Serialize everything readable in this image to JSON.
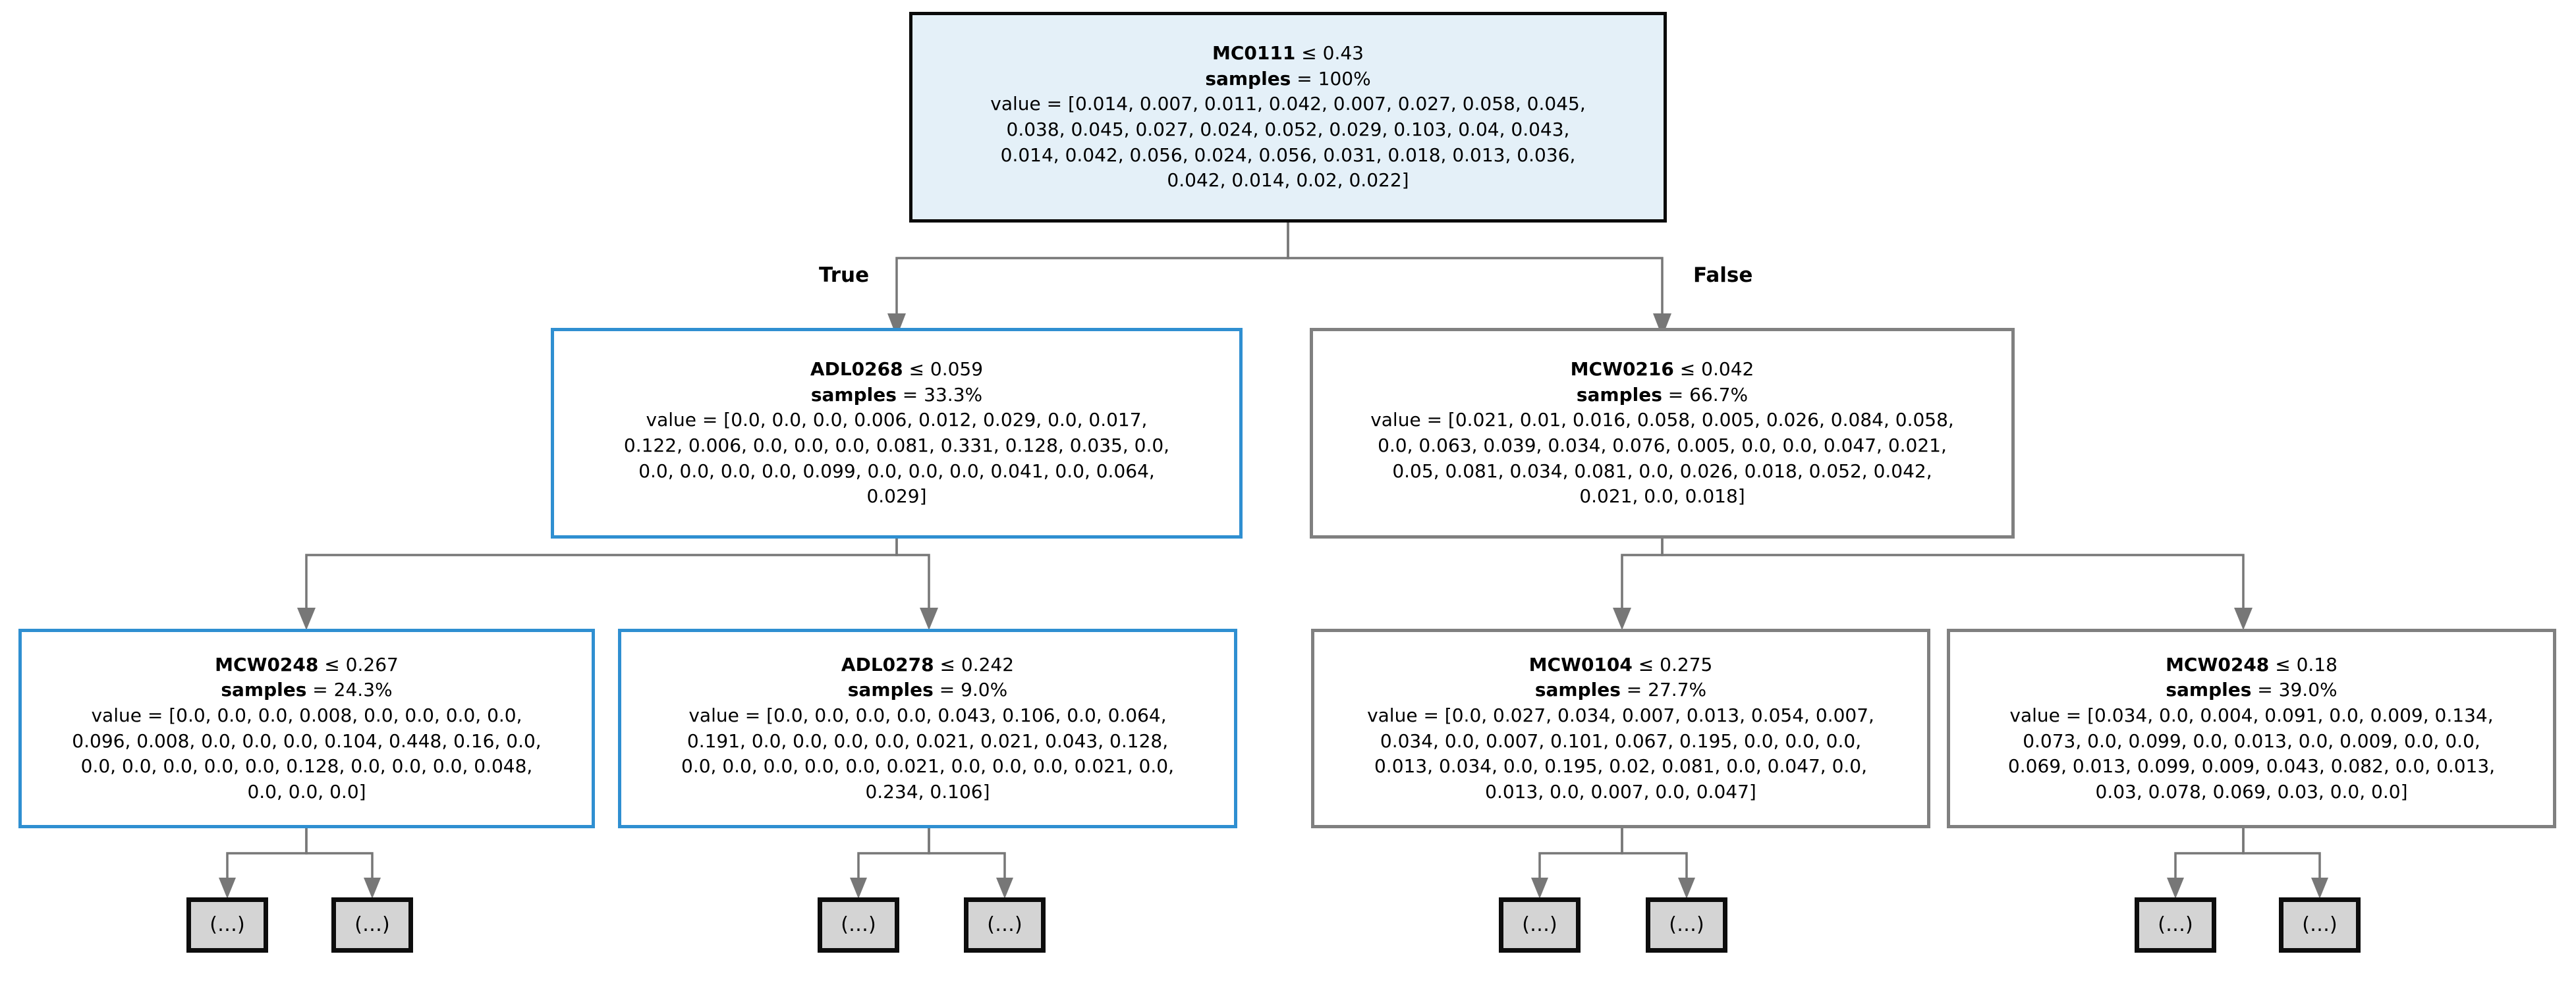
{
  "figure": {
    "type": "decision-tree-diagram",
    "branch_labels": {
      "true": "True",
      "false": "False"
    },
    "colors": {
      "root_fill": "#e4f0f8",
      "root_border": "#0a0a0a",
      "blue_border": "#2f8fd1",
      "gray_border": "#808080",
      "leaf_fill": "#d4d4d4",
      "leaf_border": "#0d0d0d",
      "edge": "#777777",
      "background": "#ffffff"
    }
  },
  "nodes": {
    "root": {
      "id": "root",
      "feature": "MC0111",
      "operator": "≤",
      "threshold": "0.43",
      "condition": "MC0111 ≤ 0.43",
      "samples_label": "samples",
      "samples": "100%",
      "value_label": "value",
      "value_text": "value = [0.014, 0.007, 0.011, 0.042, 0.007, 0.027, 0.058, 0.045, 0.038, 0.045, 0.027, 0.024, 0.052, 0.029, 0.103, 0.04, 0.043, 0.014, 0.042, 0.056, 0.024, 0.056, 0.031, 0.018, 0.013, 0.036, 0.042, 0.014, 0.02, 0.022]",
      "value": [
        0.014,
        0.007,
        0.011,
        0.042,
        0.007,
        0.027,
        0.058,
        0.045,
        0.038,
        0.045,
        0.027,
        0.024,
        0.052,
        0.029,
        0.103,
        0.04,
        0.043,
        0.014,
        0.042,
        0.056,
        0.024,
        0.056,
        0.031,
        0.018,
        0.013,
        0.036,
        0.042,
        0.014,
        0.02,
        0.022
      ],
      "style": "root"
    },
    "l1_left": {
      "id": "l1_left",
      "feature": "ADL0268",
      "operator": "≤",
      "threshold": "0.059",
      "condition": "ADL0268 ≤ 0.059",
      "samples_label": "samples",
      "samples": "33.3%",
      "value_label": "value",
      "value_text": "value = [0.0, 0.0, 0.0, 0.006, 0.012, 0.029, 0.0, 0.017, 0.122, 0.006, 0.0, 0.0, 0.0, 0.081, 0.331, 0.128, 0.035, 0.0, 0.0, 0.0, 0.0, 0.0, 0.099, 0.0, 0.0, 0.0, 0.041, 0.0, 0.064, 0.029]",
      "value": [
        0.0,
        0.0,
        0.0,
        0.006,
        0.012,
        0.029,
        0.0,
        0.017,
        0.122,
        0.006,
        0.0,
        0.0,
        0.0,
        0.081,
        0.331,
        0.128,
        0.035,
        0.0,
        0.0,
        0.0,
        0.0,
        0.0,
        0.099,
        0.0,
        0.0,
        0.0,
        0.041,
        0.0,
        0.064,
        0.029
      ],
      "style": "blue"
    },
    "l1_right": {
      "id": "l1_right",
      "feature": "MCW0216",
      "operator": "≤",
      "threshold": "0.042",
      "condition": "MCW0216 ≤ 0.042",
      "samples_label": "samples",
      "samples": "66.7%",
      "value_label": "value",
      "value_text": "value = [0.021, 0.01, 0.016, 0.058, 0.005, 0.026, 0.084, 0.058, 0.0, 0.063, 0.039, 0.034, 0.076, 0.005, 0.0, 0.0, 0.047, 0.021, 0.05, 0.081, 0.034, 0.081, 0.0, 0.026, 0.018, 0.052, 0.042, 0.021, 0.0, 0.018]",
      "value": [
        0.021,
        0.01,
        0.016,
        0.058,
        0.005,
        0.026,
        0.084,
        0.058,
        0.0,
        0.063,
        0.039,
        0.034,
        0.076,
        0.005,
        0.0,
        0.0,
        0.047,
        0.021,
        0.05,
        0.081,
        0.034,
        0.081,
        0.0,
        0.026,
        0.018,
        0.052,
        0.042,
        0.021,
        0.0,
        0.018
      ],
      "style": "gray"
    },
    "l2_a": {
      "id": "l2_a",
      "feature": "MCW0248",
      "operator": "≤",
      "threshold": "0.267",
      "condition": "MCW0248 ≤ 0.267",
      "samples_label": "samples",
      "samples": "24.3%",
      "value_label": "value",
      "value_text": "value = [0.0, 0.0, 0.0, 0.008, 0.0, 0.0, 0.0, 0.0, 0.096, 0.008, 0.0, 0.0, 0.0, 0.104, 0.448, 0.16, 0.0, 0.0, 0.0, 0.0, 0.0, 0.0, 0.128, 0.0, 0.0, 0.0, 0.048, 0.0, 0.0, 0.0]",
      "value": [
        0.0,
        0.0,
        0.0,
        0.008,
        0.0,
        0.0,
        0.0,
        0.0,
        0.096,
        0.008,
        0.0,
        0.0,
        0.0,
        0.104,
        0.448,
        0.16,
        0.0,
        0.0,
        0.0,
        0.0,
        0.0,
        0.0,
        0.128,
        0.0,
        0.0,
        0.0,
        0.048,
        0.0,
        0.0,
        0.0
      ],
      "style": "blue"
    },
    "l2_b": {
      "id": "l2_b",
      "feature": "ADL0278",
      "operator": "≤",
      "threshold": "0.242",
      "condition": "ADL0278 ≤ 0.242",
      "samples_label": "samples",
      "samples": "9.0%",
      "value_label": "value",
      "value_text": "value = [0.0, 0.0, 0.0, 0.0, 0.043, 0.106, 0.0, 0.064, 0.191, 0.0, 0.0, 0.0, 0.0, 0.021, 0.021, 0.043, 0.128, 0.0, 0.0, 0.0, 0.0, 0.0, 0.021, 0.0, 0.0, 0.0, 0.021, 0.0, 0.234, 0.106]",
      "value": [
        0.0,
        0.0,
        0.0,
        0.0,
        0.043,
        0.106,
        0.0,
        0.064,
        0.191,
        0.0,
        0.0,
        0.0,
        0.0,
        0.021,
        0.021,
        0.043,
        0.128,
        0.0,
        0.0,
        0.0,
        0.0,
        0.0,
        0.021,
        0.0,
        0.0,
        0.0,
        0.021,
        0.0,
        0.234,
        0.106
      ],
      "style": "blue"
    },
    "l2_c": {
      "id": "l2_c",
      "feature": "MCW0104",
      "operator": "≤",
      "threshold": "0.275",
      "condition": "MCW0104 ≤ 0.275",
      "samples_label": "samples",
      "samples": "27.7%",
      "value_label": "value",
      "value_text": "value = [0.0, 0.027, 0.034, 0.007, 0.013, 0.054, 0.007, 0.034, 0.0, 0.007, 0.101, 0.067, 0.195, 0.0, 0.0, 0.0, 0.013, 0.034, 0.0, 0.195, 0.02, 0.081, 0.0, 0.047, 0.0, 0.013, 0.0, 0.007, 0.0, 0.047]",
      "value": [
        0.0,
        0.027,
        0.034,
        0.007,
        0.013,
        0.054,
        0.007,
        0.034,
        0.0,
        0.007,
        0.101,
        0.067,
        0.195,
        0.0,
        0.0,
        0.0,
        0.013,
        0.034,
        0.0,
        0.195,
        0.02,
        0.081,
        0.0,
        0.047,
        0.0,
        0.013,
        0.0,
        0.007,
        0.0,
        0.047
      ],
      "style": "gray"
    },
    "l2_d": {
      "id": "l2_d",
      "feature": "MCW0248",
      "operator": "≤",
      "threshold": "0.18",
      "condition": "MCW0248 ≤ 0.18",
      "samples_label": "samples",
      "samples": "39.0%",
      "value_label": "value",
      "value_text": "value = [0.034, 0.0, 0.004, 0.091, 0.0, 0.009, 0.134, 0.073, 0.0, 0.099, 0.0, 0.013, 0.0, 0.009, 0.0, 0.0, 0.069, 0.013, 0.099, 0.009, 0.043, 0.082, 0.0, 0.013, 0.03, 0.078, 0.069, 0.03, 0.0, 0.0]",
      "value": [
        0.034,
        0.0,
        0.004,
        0.091,
        0.0,
        0.009,
        0.134,
        0.073,
        0.0,
        0.099,
        0.0,
        0.013,
        0.0,
        0.009,
        0.0,
        0.0,
        0.069,
        0.013,
        0.099,
        0.009,
        0.043,
        0.082,
        0.0,
        0.013,
        0.03,
        0.078,
        0.069,
        0.03,
        0.0,
        0.0
      ],
      "style": "gray"
    }
  },
  "leaves": [
    {
      "id": "leaf1",
      "label": "(…)"
    },
    {
      "id": "leaf2",
      "label": "(…)"
    },
    {
      "id": "leaf3",
      "label": "(…)"
    },
    {
      "id": "leaf4",
      "label": "(…)"
    },
    {
      "id": "leaf5",
      "label": "(…)"
    },
    {
      "id": "leaf6",
      "label": "(…)"
    },
    {
      "id": "leaf7",
      "label": "(…)"
    },
    {
      "id": "leaf8",
      "label": "(…)"
    }
  ],
  "root_value_lines": [
    "value = [0.014, 0.007, 0.011, 0.042, 0.007, 0.027, 0.058, 0.045,",
    "0.038, 0.045, 0.027, 0.024, 0.052, 0.029, 0.103, 0.04, 0.043,",
    "0.014, 0.042, 0.056, 0.024, 0.056, 0.031, 0.018, 0.013, 0.036,",
    "0.042, 0.014, 0.02, 0.022]"
  ],
  "l1_left_value_lines": [
    "value = [0.0, 0.0, 0.0, 0.006, 0.012, 0.029, 0.0, 0.017,",
    "0.122, 0.006, 0.0, 0.0, 0.0, 0.081, 0.331, 0.128, 0.035, 0.0,",
    "0.0, 0.0, 0.0, 0.0, 0.099, 0.0, 0.0, 0.0, 0.041, 0.0, 0.064,",
    "0.029]"
  ],
  "l1_right_value_lines": [
    "value = [0.021, 0.01, 0.016, 0.058, 0.005, 0.026, 0.084, 0.058,",
    "0.0, 0.063, 0.039, 0.034, 0.076, 0.005, 0.0, 0.0, 0.047, 0.021,",
    "0.05, 0.081, 0.034, 0.081, 0.0, 0.026, 0.018, 0.052, 0.042,",
    "0.021, 0.0, 0.018]"
  ],
  "l2_a_value_lines": [
    "value = [0.0, 0.0, 0.0, 0.008, 0.0, 0.0, 0.0, 0.0,",
    "0.096, 0.008, 0.0, 0.0, 0.0, 0.104, 0.448, 0.16, 0.0,",
    "0.0, 0.0, 0.0, 0.0, 0.0, 0.128, 0.0, 0.0, 0.0, 0.048,",
    "0.0, 0.0, 0.0]"
  ],
  "l2_b_value_lines": [
    "value = [0.0, 0.0, 0.0, 0.0, 0.043, 0.106, 0.0, 0.064,",
    "0.191, 0.0, 0.0, 0.0, 0.0, 0.021, 0.021, 0.043, 0.128,",
    "0.0, 0.0, 0.0, 0.0, 0.0, 0.021, 0.0, 0.0, 0.0, 0.021, 0.0,",
    "0.234, 0.106]"
  ],
  "l2_c_value_lines": [
    "value = [0.0, 0.027, 0.034, 0.007, 0.013, 0.054, 0.007,",
    "0.034, 0.0, 0.007, 0.101, 0.067, 0.195, 0.0, 0.0, 0.0,",
    "0.013, 0.034, 0.0, 0.195, 0.02, 0.081, 0.0, 0.047, 0.0,",
    "0.013, 0.0, 0.007, 0.0, 0.047]"
  ],
  "l2_d_value_lines": [
    "value = [0.034, 0.0, 0.004, 0.091, 0.0, 0.009, 0.134,",
    "0.073, 0.0, 0.099, 0.0, 0.013, 0.0, 0.009, 0.0, 0.0,",
    "0.069, 0.013, 0.099, 0.009, 0.043, 0.082, 0.0, 0.013,",
    "0.03, 0.078, 0.069, 0.03, 0.0, 0.0]"
  ]
}
